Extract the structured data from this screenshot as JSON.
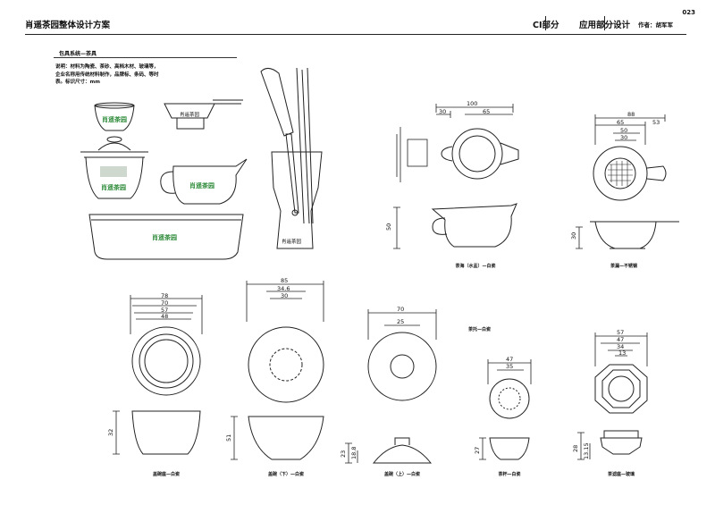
{
  "header": {
    "title": "肖遥茶园整体设计方案",
    "part": "CI部分",
    "section": "应用部分设计",
    "author": "作者：胡军军",
    "page_number": "023"
  },
  "section_title": "包具系统—茶具",
  "note": "说明：材料为陶瓷、茶砂、高档木材、玻璃等，企业名称用传统材料制作，品牌标、条码、等时表。标识尺寸：mm",
  "logo_text": "肖遥茶园",
  "dimensions": {
    "pitcher": [
      "100",
      "30",
      "65",
      "50"
    ],
    "strainer": [
      "88",
      "65",
      "53",
      "50",
      "30",
      "30"
    ],
    "cup_lid": [
      "78",
      "70",
      "57",
      "48",
      "32"
    ],
    "bowl": [
      "85",
      "34.6",
      "30",
      "51"
    ],
    "lid_top": [
      "70",
      "25",
      "23",
      "18.8"
    ],
    "small_cup": [
      "47",
      "35",
      "27"
    ],
    "holder": [
      "57",
      "47",
      "34",
      "13",
      "28",
      "13.15"
    ]
  },
  "captions": {
    "pitcher": "茶海（水盂）—白瓷",
    "strainer": "茶漏—不锈钢",
    "cup_lid": "盖碗座—白瓷",
    "bowl": "盖碗（下）—白瓷",
    "lid_top": "盖碗（上）—白瓷",
    "small_cup": "茶杯—白瓷",
    "holder": "茶滤座—玻璃"
  },
  "label_tea_set": "茶托—白瓷"
}
